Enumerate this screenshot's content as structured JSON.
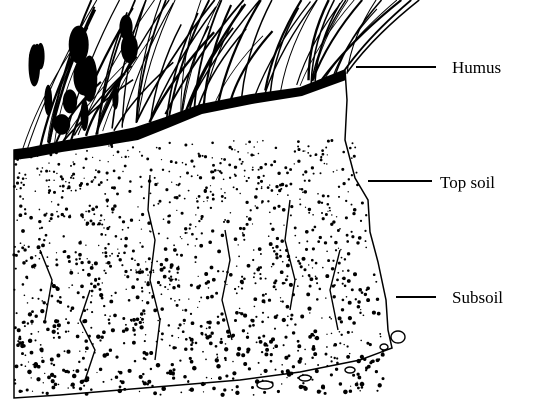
{
  "diagram": {
    "labels": {
      "humus": "Humus",
      "topsoil": "Top soil",
      "subsoil": "Subsoil"
    },
    "colors": {
      "ink": "#000000",
      "paper": "#ffffff"
    }
  }
}
